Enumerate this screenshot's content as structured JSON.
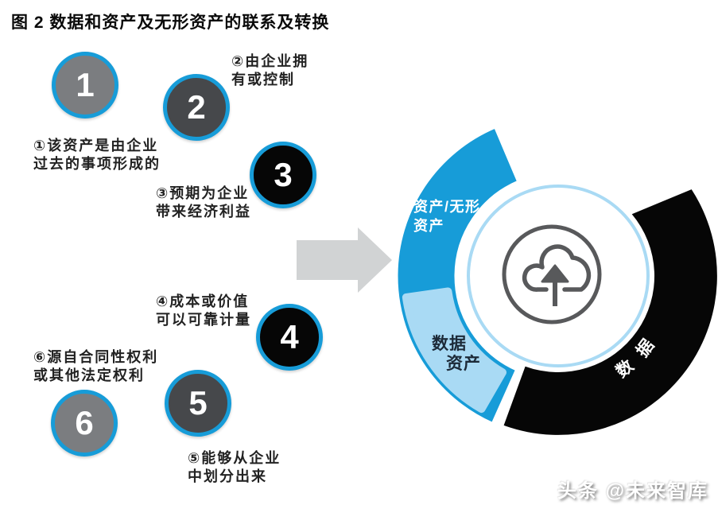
{
  "title": "图 2 数据和资产及无形资产的联系及转换",
  "steps": [
    {
      "num": "1",
      "label": "①该资产是由企业\n过去的事项形成的"
    },
    {
      "num": "2",
      "label": "②由企业拥\n有或控制"
    },
    {
      "num": "3",
      "label": "③预期为企业\n带来经济利益"
    },
    {
      "num": "4",
      "label": "④成本或价值\n可以可靠计量"
    },
    {
      "num": "5",
      "label": "⑤能够从企业\n中划分出来"
    },
    {
      "num": "6",
      "label": "⑥源自合同性权利\n或其他法定权利"
    }
  ],
  "diagram": {
    "blue_arc_label_line1": "资产/无形",
    "blue_arc_label_line2": "资产",
    "data_asset_line1": "数据",
    "data_asset_line2": "资产",
    "black_arc_char_top": "据",
    "black_arc_char_bottom": "数",
    "center_icon": "cloud-upload-icon"
  },
  "watermark": "头条 @未来智库",
  "colors": {
    "accent_blue": "#179cd8",
    "light_blue": "#a9daf4",
    "black": "#060606",
    "gray_circle_light": "#7b7d80",
    "gray_circle_dark": "#46484b",
    "icon_gray": "#58595b",
    "arrow_gray": "#d1d3d4",
    "data_asset_text": "#1c2a38"
  }
}
